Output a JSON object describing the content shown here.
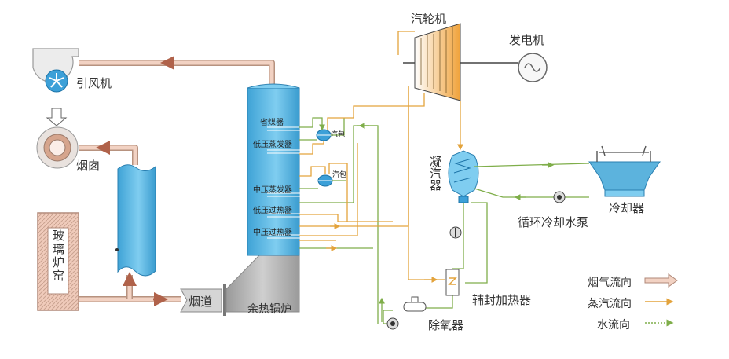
{
  "labels": {
    "turbine": "汽轮机",
    "generator": "发电机",
    "fan": "引风机",
    "chimney": "烟囱",
    "furnace": "玻璃炉窑",
    "flue": "烟道",
    "boiler": "余热锅炉",
    "economizer": "省煤器",
    "lp_evaporator": "低压蒸发器",
    "mp_evaporator": "中压蒸发器",
    "lp_superheater": "低压过热器",
    "mp_superheater": "中压过热器",
    "drum_upper": "汽包",
    "drum_lower": "汽包",
    "condenser": "凝汽器",
    "cooler": "冷却器",
    "cw_pump": "循环冷却水泵",
    "seal_heater": "辅封加热器",
    "deaerator": "除氧器"
  },
  "legend": [
    {
      "label": "烟气流向",
      "color": "#d9a08a"
    },
    {
      "label": "蒸汽流向",
      "color": "#e3a33c"
    },
    {
      "label": "水流向",
      "color": "#7fae4a"
    }
  ],
  "colors": {
    "flue_gas": "#e8b9a6",
    "steam": "#e3a33c",
    "water": "#7fae4a",
    "equipment": "#5cb3dd"
  }
}
